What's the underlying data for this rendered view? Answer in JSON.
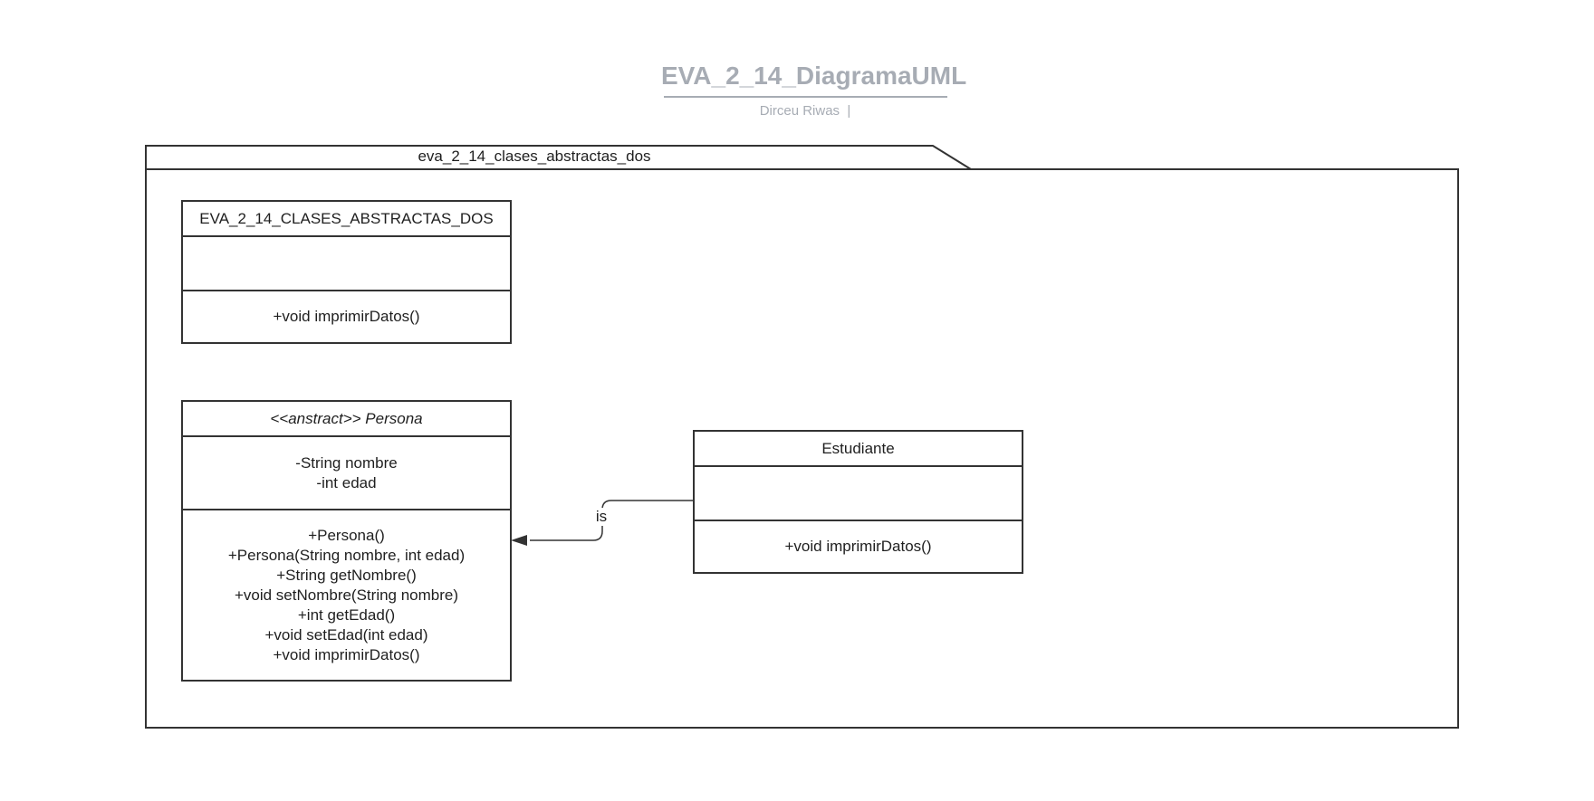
{
  "document": {
    "title": "EVA_2_14_DiagramaUML",
    "subtitle": "Dirceu Riwas  |"
  },
  "package": {
    "name": "eva_2_14_clases_abstractas_dos"
  },
  "classes": {
    "main": {
      "name": "EVA_2_14_CLASES_ABSTRACTAS_DOS",
      "attributes": [],
      "methods": [
        "+void imprimirDatos()"
      ]
    },
    "persona": {
      "name": "<<anstract>> Persona",
      "attributes": [
        "-String nombre",
        "-int edad"
      ],
      "methods": [
        "+Persona()",
        "+Persona(String nombre, int edad)",
        "+String getNombre()",
        "+void setNombre(String nombre)",
        "+int getEdad()",
        "+void setEdad(int edad)",
        "+void imprimirDatos()"
      ]
    },
    "estudiante": {
      "name": "Estudiante",
      "attributes": [],
      "methods": [
        "+void imprimirDatos()"
      ]
    }
  },
  "relations": [
    {
      "from": "Estudiante",
      "to": "Persona",
      "label": "is",
      "arrow": "filled-triangle"
    }
  ],
  "colors": {
    "line": "#333333",
    "title": "#a7acb4",
    "text": "#1f1f1f"
  }
}
